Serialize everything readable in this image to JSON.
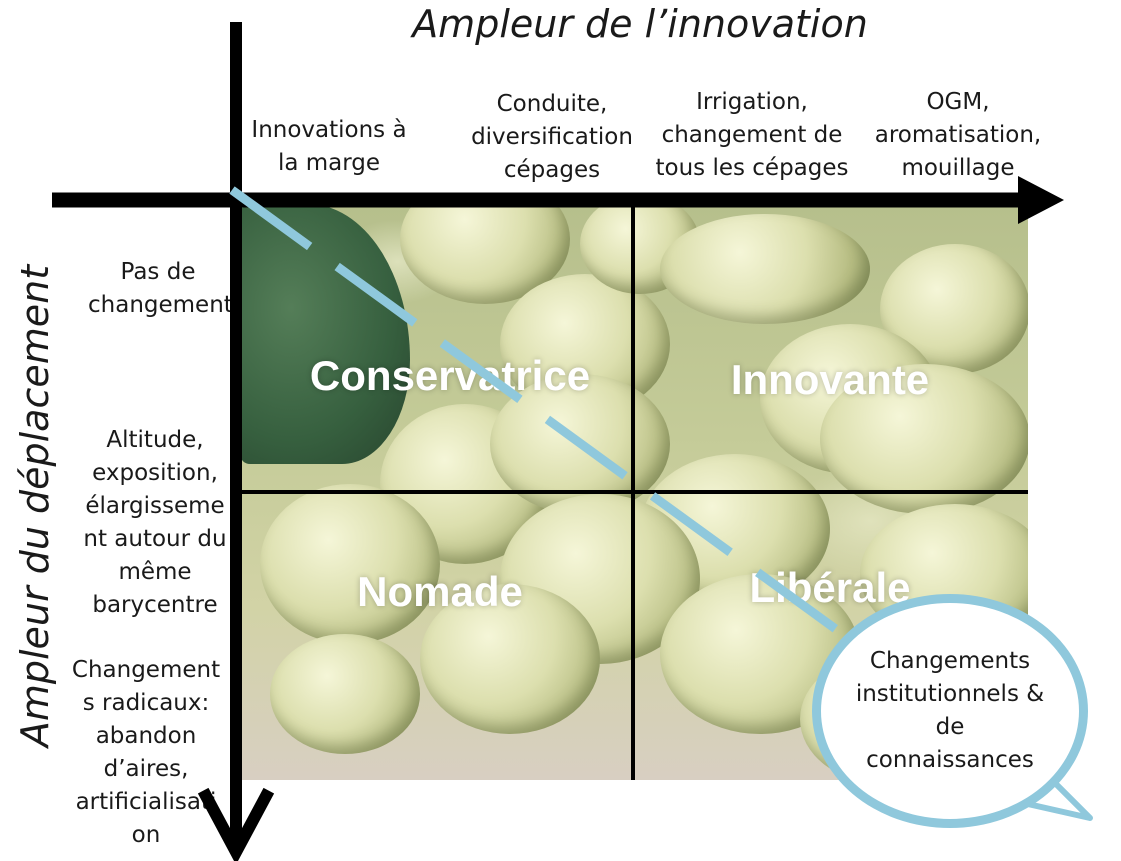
{
  "axis_x": {
    "title": "Ampleur de l’innovation",
    "columns": [
      "Innovations à la marge",
      "Conduite, diversification cépages",
      "Irrigation, changement de tous les cépages",
      "OGM, aromatisation, mouillage"
    ]
  },
  "axis_y": {
    "title": "Ampleur du déplacement",
    "rows": [
      "Pas de changement",
      "Altitude, exposition, élargissement autour du même barycentre",
      "Changements radicaux: abandon d’aires, artificialisation"
    ]
  },
  "quadrants": {
    "top_left": "Conservatrice",
    "top_right": "Innovante",
    "bottom_left": "Nomade",
    "bottom_right": "Libérale"
  },
  "callout": {
    "text": "Changements institutionnels & de connaissances"
  },
  "colors": {
    "axis": "#000000",
    "dashed_line": "#8fc8dc",
    "callout_border": "#8fc8dc",
    "quadrant_text": "#ffffff"
  }
}
